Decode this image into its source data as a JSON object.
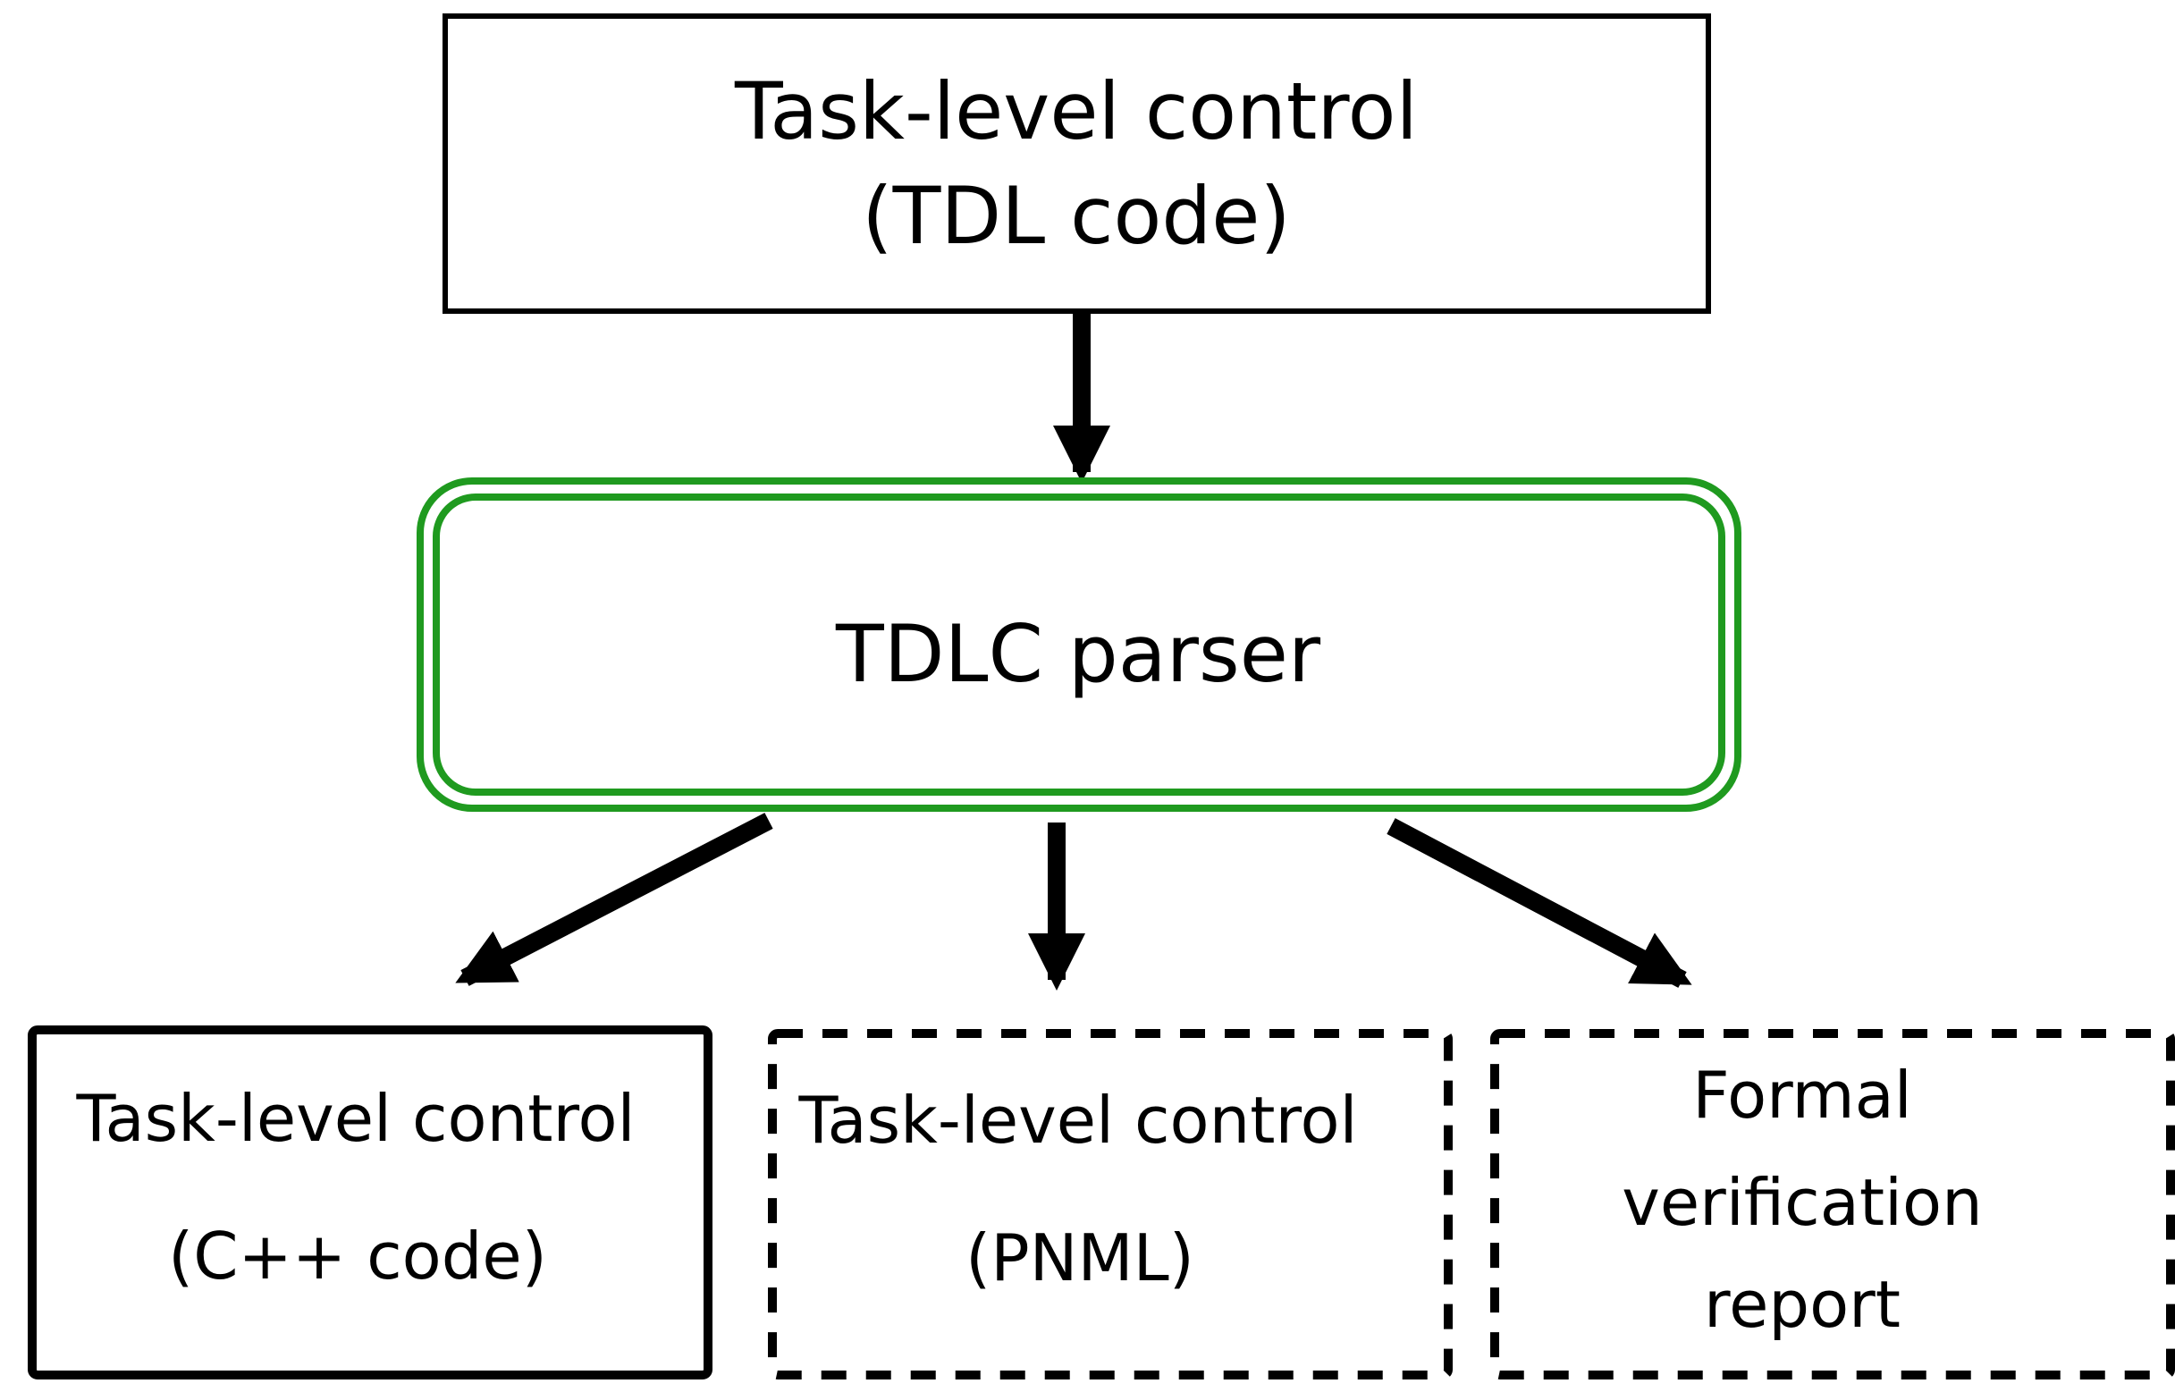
{
  "colors": {
    "parser_border": "#1f9a1f",
    "stroke": "#000000",
    "background": "#ffffff"
  },
  "nodes": {
    "top": {
      "line1": "Task-level control",
      "line2": "(TDL code)",
      "border": "solid"
    },
    "parser": {
      "label": "TDLC parser",
      "border": "double-rounded"
    },
    "cpp": {
      "line1": "Task-level control",
      "line2": "(C++ code)",
      "border": "solid"
    },
    "pnml": {
      "line1": "Task-level control",
      "line2": "(PNML)",
      "border": "dashed"
    },
    "report": {
      "line1": "Formal",
      "line2": "verification",
      "line3": "report",
      "border": "dashed"
    }
  },
  "edges": [
    {
      "from": "top",
      "to": "parser"
    },
    {
      "from": "parser",
      "to": "cpp"
    },
    {
      "from": "parser",
      "to": "pnml"
    },
    {
      "from": "parser",
      "to": "report"
    }
  ]
}
